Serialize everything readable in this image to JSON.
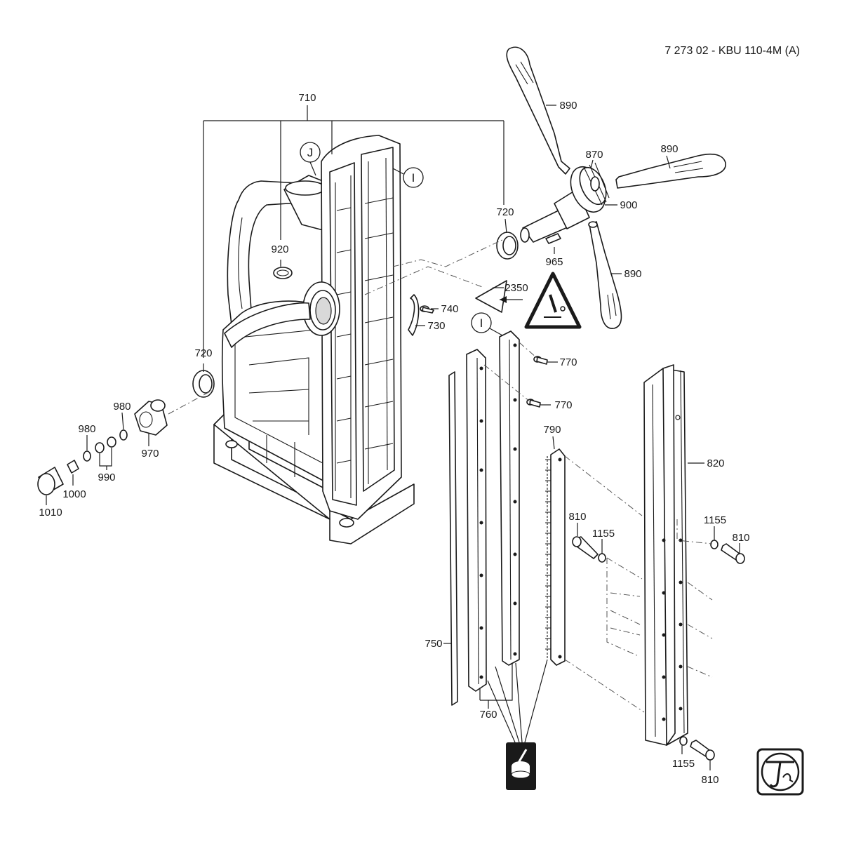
{
  "header": {
    "title": "7 273 02 - KBU 110-4M (A)"
  },
  "refs": {
    "j": "J",
    "i": "I"
  },
  "labels": {
    "p710": "710",
    "p720": "720",
    "p730": "730",
    "p740": "740",
    "p750": "750",
    "p760": "760",
    "p770": "770",
    "p790": "790",
    "p810": "810",
    "p820": "820",
    "p870": "870",
    "p890": "890",
    "p900": "900",
    "p920": "920",
    "p965": "965",
    "p970": "970",
    "p980": "980",
    "p990": "990",
    "p1000": "1000",
    "p1010": "1010",
    "p1155": "1155",
    "p2350": "2350"
  },
  "colors": {
    "ink": "#1a1a1a",
    "background": "#ffffff"
  },
  "icons": [
    "warning-sign-icon",
    "grease-icon",
    "fein-logo-icon"
  ]
}
